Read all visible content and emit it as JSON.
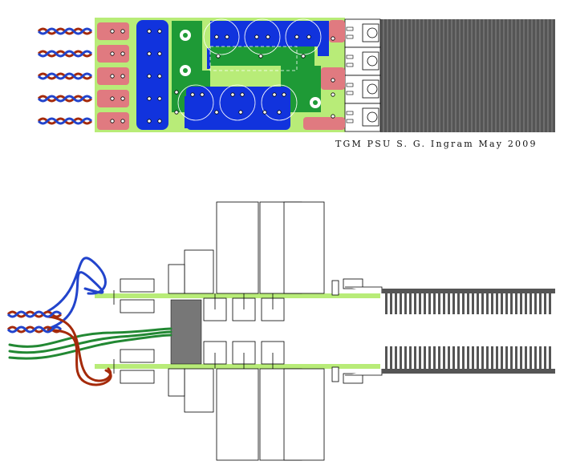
{
  "caption": "TGM PSU S. G. Ingram May 2009",
  "colors": {
    "board": "#b8ec78",
    "copper_blue": "#1133dd",
    "copper_green": "#1e9a36",
    "pad_pink": "#e07a80",
    "heatsink": "#555555",
    "wire_red": "#a52a0a",
    "wire_blue": "#2244cc",
    "wire_green": "#228833",
    "device_grey": "#777777"
  },
  "wire_pairs_count": 5,
  "diodes_count": 4
}
